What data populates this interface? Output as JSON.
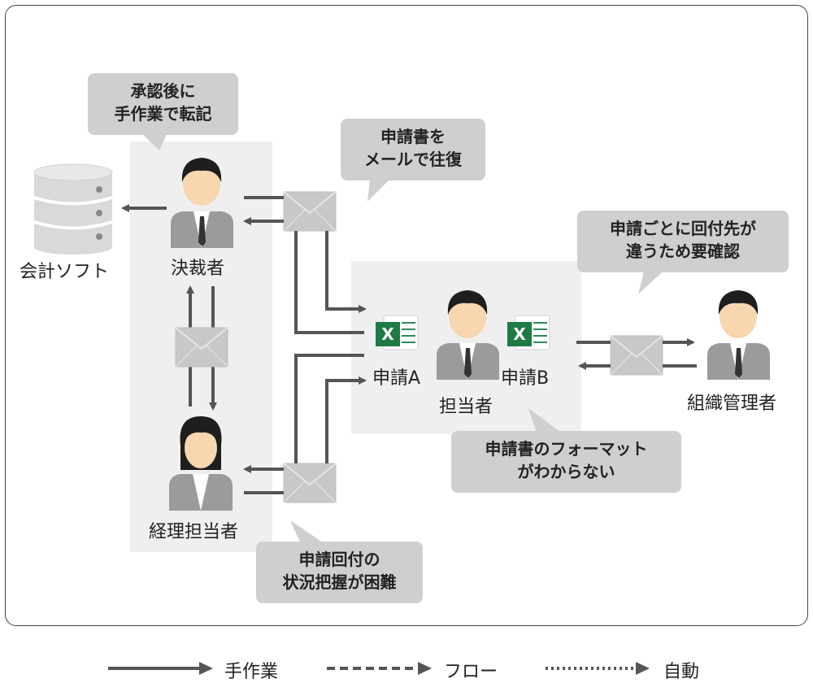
{
  "labels": {
    "kessaisha": "決裁者",
    "kaikei": "会計ソフト",
    "keiri": "経理担当者",
    "tantou": "担当者",
    "soshiki": "組織管理者",
    "shinsei_a": "申請A",
    "shinsei_b": "申請B"
  },
  "bubbles": {
    "b1": [
      "承認後に",
      "手作業で転記"
    ],
    "b2": [
      "申請書を",
      "メールで往復"
    ],
    "b3": [
      "申請ごとに回付先が",
      "違うため要確認"
    ],
    "b4": [
      "申請書のフォーマット",
      "がわからない"
    ],
    "b5": [
      "申請回付の",
      "状況把握が困難"
    ]
  },
  "legend": {
    "manual": "手作業",
    "flow": "フロー",
    "auto": "自動"
  },
  "icon_text": {
    "excel": "X"
  },
  "colors": {
    "bubble": "#cfcfcf",
    "panel": "#efefef",
    "arrow": "#555555",
    "excel": "#1f7a45",
    "envelope": "#c8c8c8"
  }
}
